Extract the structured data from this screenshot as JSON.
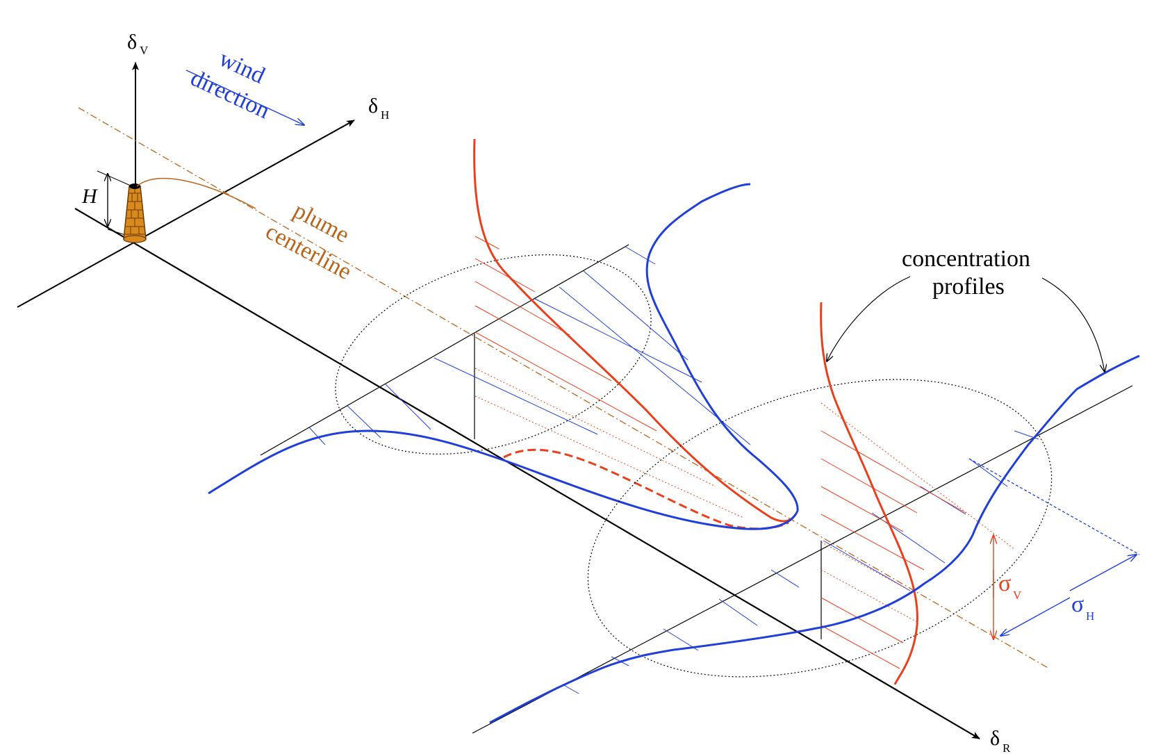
{
  "axes": {
    "vertical": {
      "symbol": "δ",
      "subscript": "V"
    },
    "horizontal": {
      "symbol": "δ",
      "subscript": "H"
    },
    "range": {
      "symbol": "δ",
      "subscript": "R"
    }
  },
  "labels": {
    "stack_height": "H",
    "wind_line1": "wind",
    "wind_line2": "direction",
    "plume_line1": "plume",
    "plume_line2": "centerline",
    "profiles_line1": "concentration",
    "profiles_line2": "profiles",
    "sigma_v": {
      "symbol": "σ",
      "subscript": "V"
    },
    "sigma_h": {
      "symbol": "σ",
      "subscript": "H"
    }
  },
  "colors": {
    "axis": "#000000",
    "vertical_profile": "#e8401c",
    "horizontal_profile": "#1f3fd6",
    "plume": "#b8651b",
    "stack_fill": "#d98a1e",
    "stack_stroke": "#6b3a05"
  },
  "icons": {
    "stack": "smokestack-icon"
  }
}
